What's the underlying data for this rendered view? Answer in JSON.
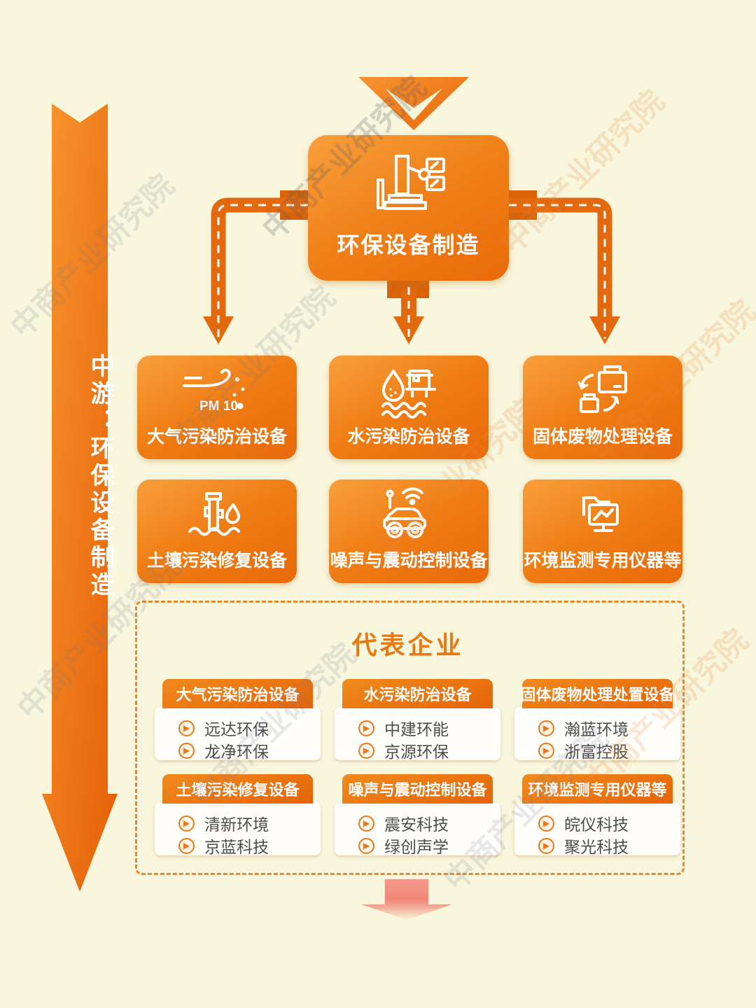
{
  "page": {
    "background": "#f8f6dd"
  },
  "colors": {
    "accent_orange": "#ee7a12",
    "connector_orange": "#e2690e",
    "title_orange": "#e87812",
    "card_text": "#4c4c4c",
    "salmon_arrow": "#ee8072",
    "dashed_border": "#e8882c"
  },
  "left_ribbon": {
    "label": "中游：环保设备制造"
  },
  "center_node": {
    "label": "环保设备制造",
    "icon": "machine-arm-icon"
  },
  "categories": [
    {
      "label": "大气污染防治设备",
      "icon": "wind-pm10-icon",
      "pm_text": "PM 10"
    },
    {
      "label": "水污染防治设备",
      "icon": "water-treatment-icon"
    },
    {
      "label": "固体废物处理设备",
      "icon": "solid-waste-icon"
    },
    {
      "label": "土壤污染修复设备",
      "icon": "soil-remediation-icon"
    },
    {
      "label": "噪声与震动控制设备",
      "icon": "noise-robot-icon"
    },
    {
      "label": "环境监测专用仪器等",
      "icon": "monitoring-instrument-icon"
    }
  ],
  "representative": {
    "title": "代表企业",
    "groups": [
      {
        "header": "大气污染防治设备",
        "companies": [
          "远达环保",
          "龙净环保"
        ]
      },
      {
        "header": "水污染防治设备",
        "companies": [
          "中建环能",
          "京源环保"
        ]
      },
      {
        "header": "固体废物处理处置设备",
        "companies": [
          "瀚蓝环境",
          "浙富控股"
        ]
      },
      {
        "header": "土壤污染修复设备",
        "companies": [
          "清新环境",
          "京蓝科技"
        ]
      },
      {
        "header": "噪声与震动控制设备",
        "companies": [
          "震安科技",
          "绿创声学"
        ]
      },
      {
        "header": "环境监测专用仪器等",
        "companies": [
          "皖仪科技",
          "聚光科技"
        ]
      }
    ]
  },
  "bullet_glyph": "▶",
  "watermark": {
    "text": "中商产业研究院"
  }
}
